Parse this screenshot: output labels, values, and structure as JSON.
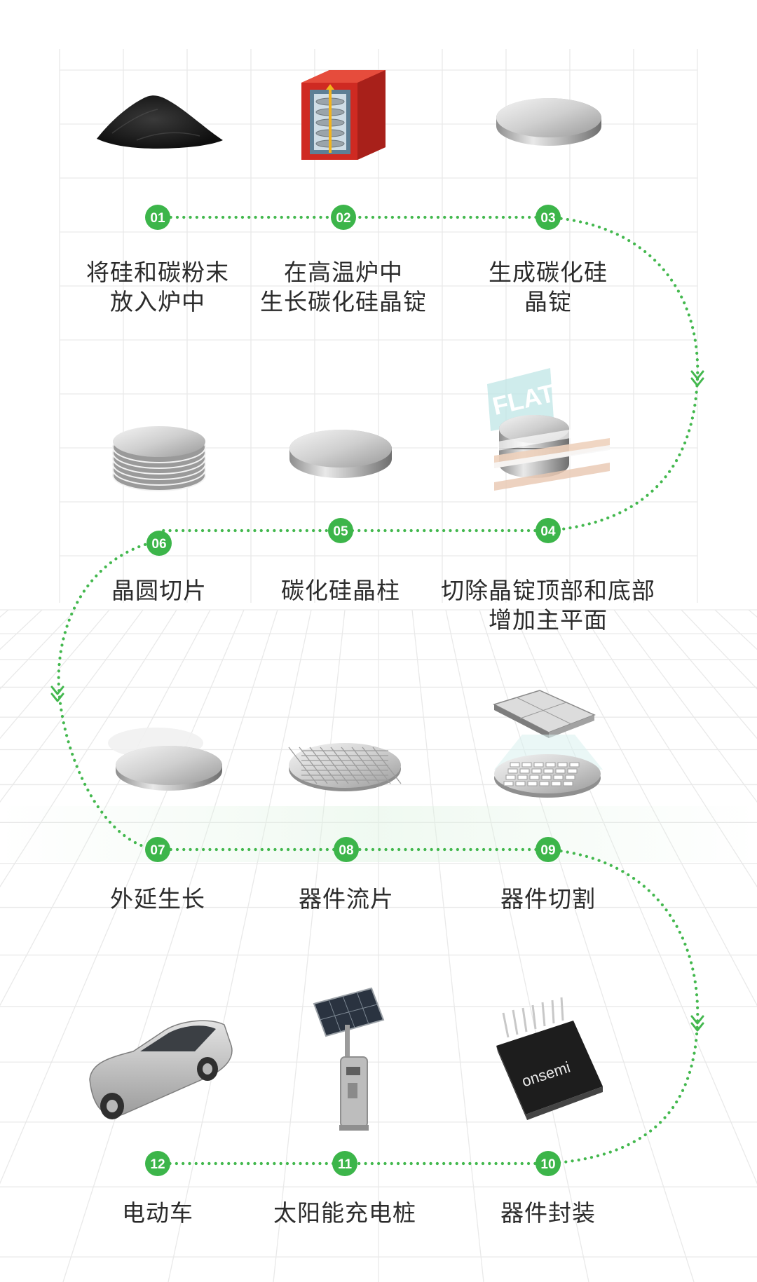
{
  "steps": [
    {
      "number": "01",
      "lines": [
        "将硅和碳粉末",
        "放入炉中"
      ]
    },
    {
      "number": "02",
      "lines": [
        "在高温炉中",
        "生长碳化硅晶锭"
      ]
    },
    {
      "number": "03",
      "lines": [
        "生成碳化硅",
        "晶锭"
      ]
    },
    {
      "number": "04",
      "lines": [
        "切除晶锭顶部和底部",
        "增加主平面"
      ]
    },
    {
      "number": "05",
      "lines": [
        "碳化硅晶柱"
      ]
    },
    {
      "number": "06",
      "lines": [
        "晶圆切片"
      ]
    },
    {
      "number": "07",
      "lines": [
        "外延生长"
      ]
    },
    {
      "number": "08",
      "lines": [
        "器件流片"
      ]
    },
    {
      "number": "09",
      "lines": [
        "器件切割"
      ]
    },
    {
      "number": "10",
      "lines": [
        "器件封装"
      ]
    },
    {
      "number": "11",
      "lines": [
        "太阳能充电桩"
      ]
    },
    {
      "number": "12",
      "lines": [
        "电动车"
      ]
    }
  ],
  "images": {
    "flat_tag": "FLAT",
    "chip_brand": "onsemi"
  },
  "colors": {
    "accent_green": "#3cb54a",
    "path_green": "#43b84e",
    "grid": "#e6e6e6",
    "text": "#2b2b2b"
  },
  "icons": [
    "powder-pile-icon",
    "growth-furnace-icon",
    "ingot-icon",
    "flattened-ingot-icon",
    "boule-icon",
    "wafer-stack-icon",
    "epitaxy-wafer-icon",
    "patterned-wafer-icon",
    "diced-wafer-icon",
    "packaged-chip-icon",
    "solar-charging-station-icon",
    "electric-car-icon"
  ]
}
